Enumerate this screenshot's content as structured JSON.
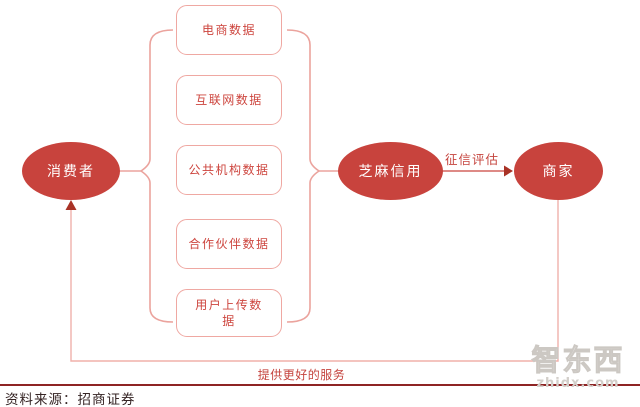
{
  "nodes": {
    "consumer": {
      "label": "消费者"
    },
    "zhima_credit": {
      "label": "芝麻信用"
    },
    "merchant": {
      "label": "商家"
    }
  },
  "data_sources": [
    {
      "label": "电商数据"
    },
    {
      "label": "互联网数据"
    },
    {
      "label": "公共机构数据"
    },
    {
      "label": "合作伙伴数据"
    },
    {
      "label": "用户上传数\n据"
    }
  ],
  "edges": {
    "credit_assessment_label": "征信评估",
    "better_service_label": "提供更好的服务"
  },
  "footer": {
    "source_text": "资料来源：招商证券"
  },
  "watermark": {
    "logo_text": "智东西",
    "site_text": "zhidx.com"
  },
  "colors": {
    "node_fill": "#c8433d",
    "node_text": "#ffffff",
    "box_border": "#efa8a2",
    "box_text": "#cd453e",
    "connector_line": "#eba39d",
    "feedback_line": "#f0b0aa",
    "arrow_line": "#d4645e",
    "arrowhead": "#a93226",
    "footer_rule": "#8e2424",
    "footer_text": "#352424",
    "watermark_gray": "#d3cfca"
  }
}
